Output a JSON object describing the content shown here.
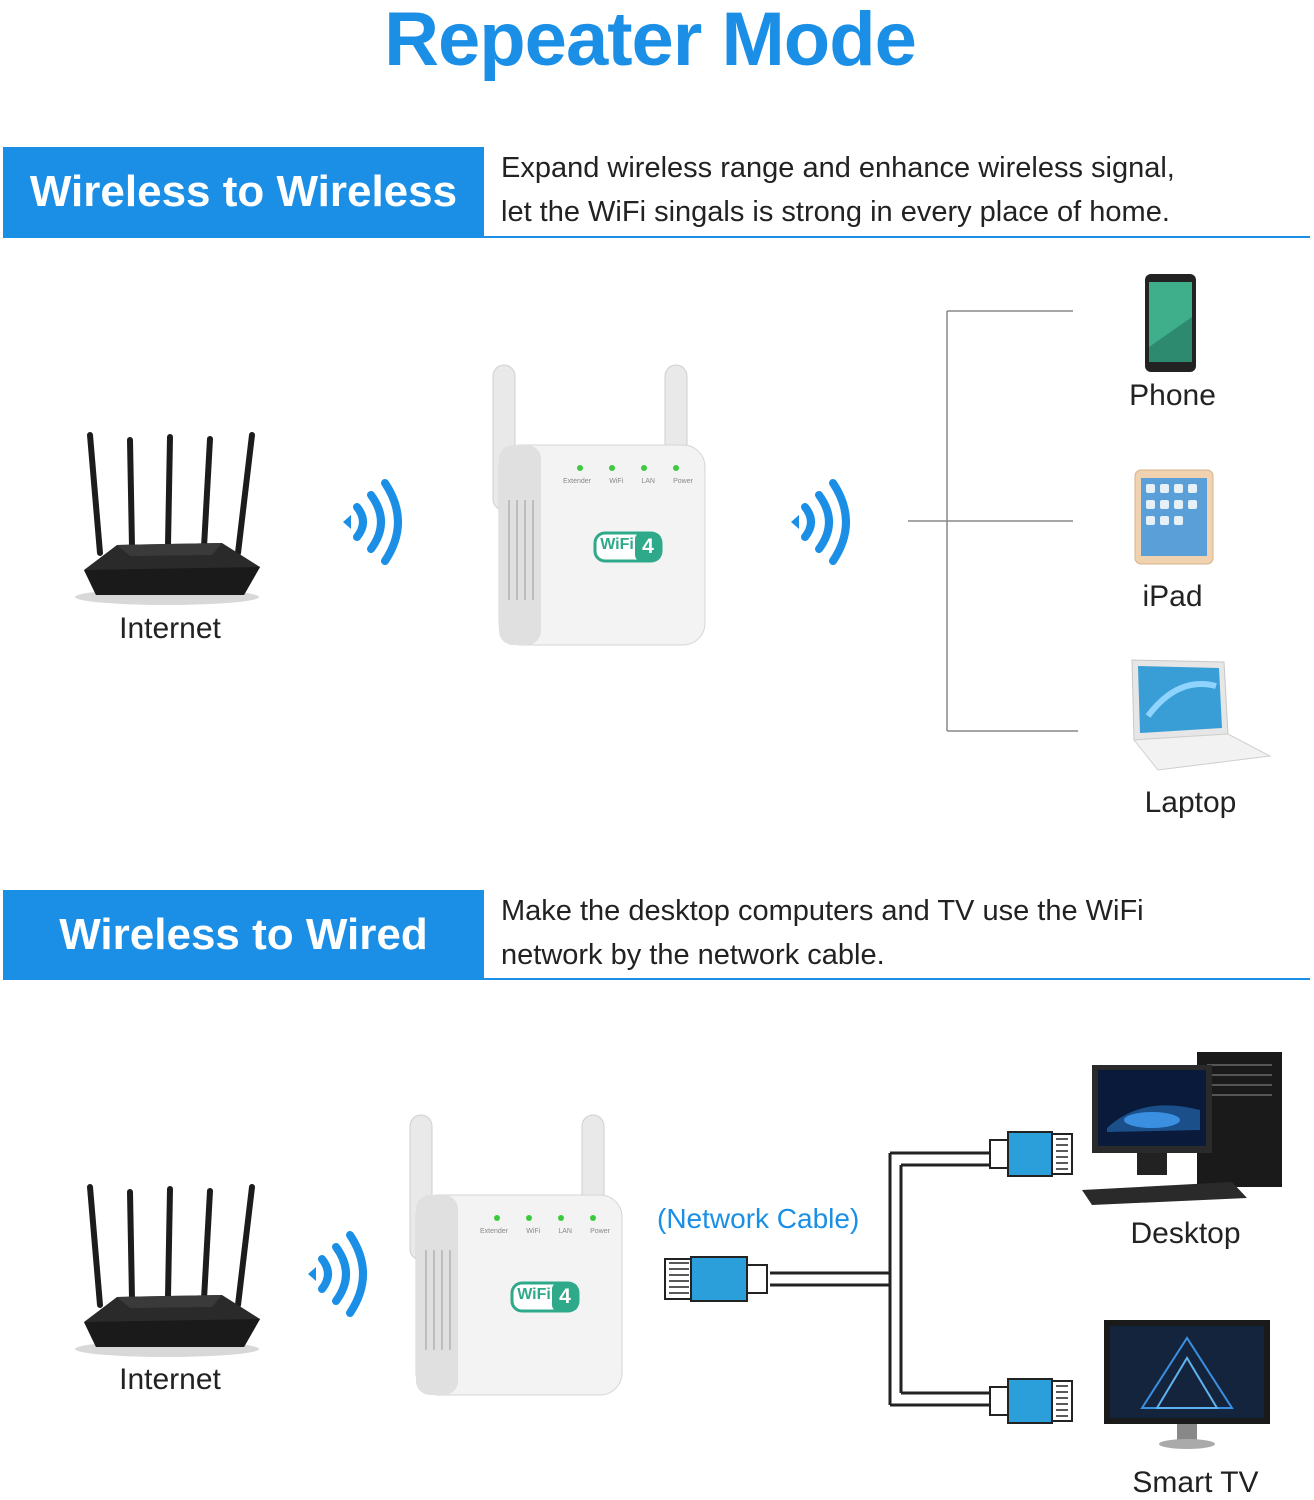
{
  "title": "Repeater Mode",
  "section1": {
    "heading": "Wireless to Wireless",
    "description_line1": "Expand wireless range and enhance wireless signal,",
    "description_line2": "let the WiFi singals is strong in every place of home.",
    "source_label": "Internet",
    "devices": [
      "Phone",
      "iPad",
      "Laptop"
    ]
  },
  "section2": {
    "heading": "Wireless to Wired",
    "description_line1": "Make the desktop computers and TV use the WiFi",
    "description_line2": "network by the network cable.",
    "source_label": "Internet",
    "cable_label": "(Network Cable)",
    "devices": [
      "Desktop",
      "Smart TV"
    ]
  },
  "extender": {
    "leds": [
      "Extender",
      "WiFi",
      "LAN",
      "Power"
    ],
    "badge_text": "WiFi",
    "badge_number": "4"
  },
  "colors": {
    "accent": "#1b8fe6",
    "badge": "#2ea98a"
  },
  "icons": [
    "router-icon",
    "wifi-signal-icon",
    "extender-icon",
    "phone-icon",
    "ipad-icon",
    "laptop-icon",
    "desktop-icon",
    "smart-tv-icon",
    "ethernet-plug-icon"
  ]
}
